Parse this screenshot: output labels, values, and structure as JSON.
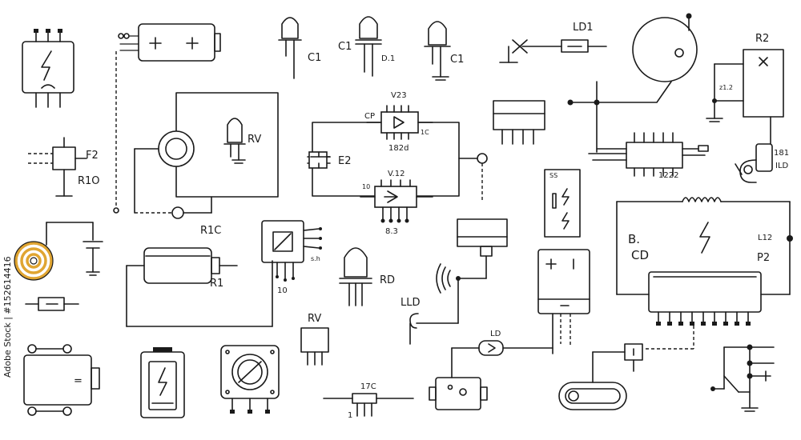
{
  "labels": {
    "c1_a": "C1",
    "c1_b": "C1",
    "d1": "D.1",
    "c1_c": "C1",
    "ld1": "LD1",
    "r2": "R2",
    "z12": "z1.2",
    "f2": "F2",
    "r10": "R1O",
    "rv_top": "RV",
    "v23": "V23",
    "cp": "CP",
    "c1c": "1C",
    "n182d": "182d",
    "e2": "E2",
    "v12": "V.12",
    "n10_v12": "10",
    "n83": "8.3",
    "ss": "SS",
    "n1222": "1222",
    "n181": "181",
    "ild": "ILD",
    "r1c": "R1C",
    "r1": "R1",
    "sh": "s.h",
    "n10": "10",
    "rd": "RD",
    "lld": "LLD",
    "b_label": "B.",
    "cd": "CD",
    "l12": "L12",
    "p2": "P2",
    "rv_small": "RV",
    "n17c": "17C",
    "n1": "1",
    "ld": "LD",
    "battery_eq": "="
  },
  "watermark": {
    "side_text": "Adobe Stock | #152614416"
  },
  "icons": {
    "lightning": "lightning-icon",
    "battery": "battery-icon",
    "coil": "coil-icon"
  },
  "colors": {
    "stroke": "#1a1a1a",
    "coil_gold": "#e0a532",
    "background": "#ffffff"
  }
}
